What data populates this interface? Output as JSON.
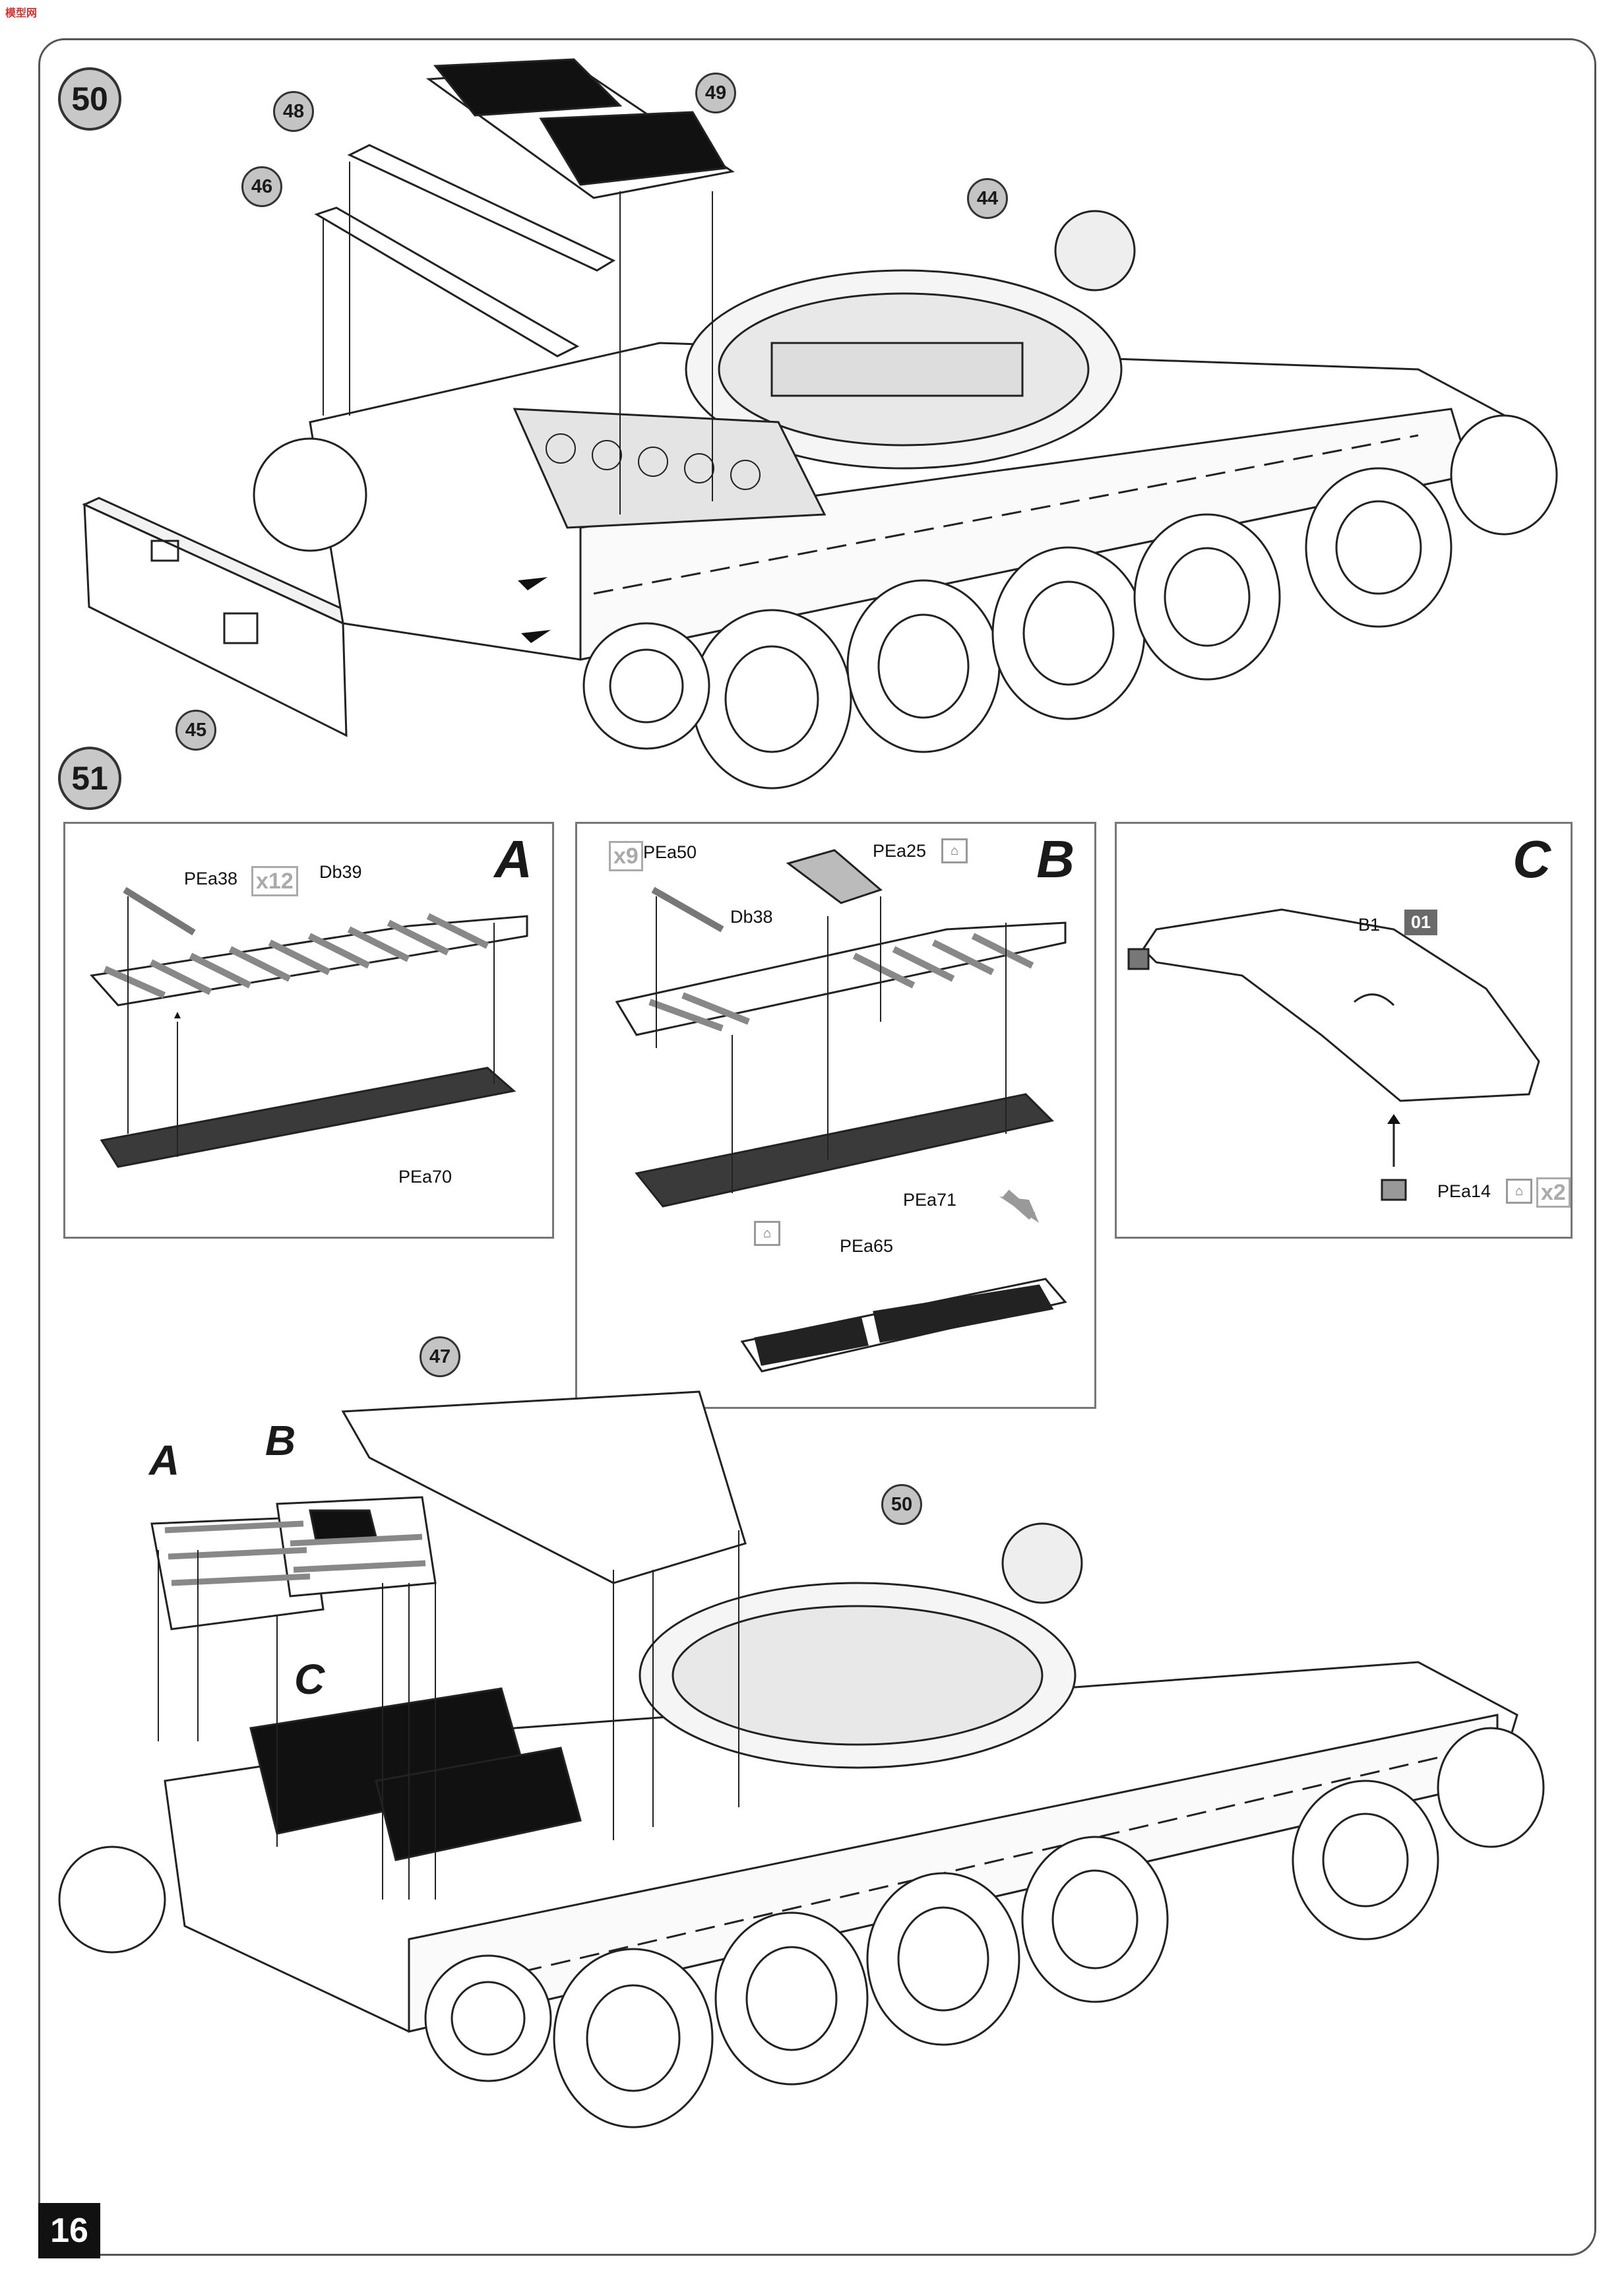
{
  "page_number": "16",
  "corner_logo": "模型网",
  "step50": {
    "number": "50",
    "parts": {
      "p44": "44",
      "p45": "45",
      "p46": "46",
      "p48": "48",
      "p49": "49"
    }
  },
  "step51": {
    "number": "51",
    "panelA": {
      "letter": "A",
      "labels": {
        "pea38": "PEa38",
        "db39": "Db39",
        "pea70": "PEa70"
      },
      "qty": "x12"
    },
    "panelB": {
      "letter": "B",
      "labels": {
        "pea50": "PEa50",
        "pea25": "PEa25",
        "db38": "Db38",
        "pea71": "PEa71",
        "pea65": "PEa65"
      },
      "qty": "x9"
    },
    "panelC": {
      "letter": "C",
      "labels": {
        "b1": "B1",
        "pea14": "PEa14"
      },
      "paint": "01",
      "qty": "x2"
    },
    "assembly": {
      "letters": {
        "a": "A",
        "b": "B",
        "c": "C"
      },
      "parts": {
        "p47": "47",
        "p50": "50"
      }
    }
  },
  "icons": [
    "photo-etch-icon",
    "direction-arrow-icon",
    "tank-hull-drawing"
  ]
}
